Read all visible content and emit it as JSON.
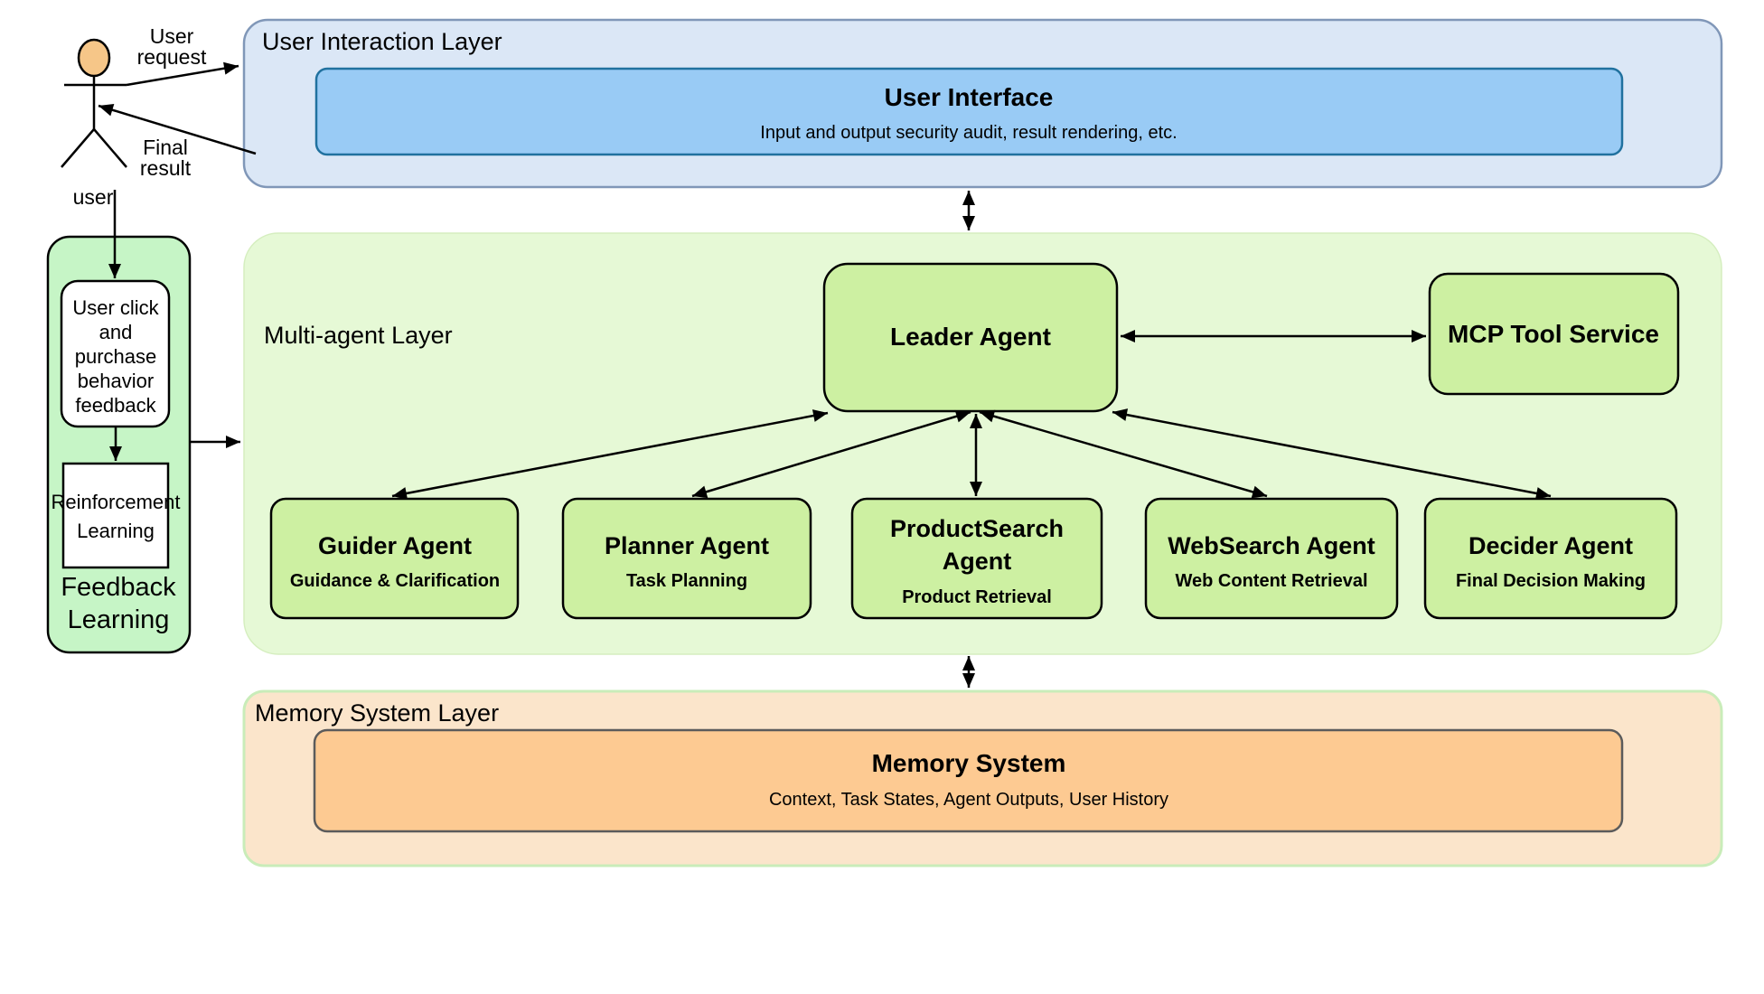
{
  "actor": {
    "request_label_lines": [
      "User",
      "request"
    ],
    "result_label_lines": [
      "Final",
      "result"
    ],
    "user_label": "user"
  },
  "layers": {
    "interaction": {
      "title": "User Interaction Layer",
      "ui_box": {
        "title": "User Interface",
        "subtitle": "Input and output security audit, result rendering, etc."
      }
    },
    "multi_agent": {
      "title": "Multi-agent Layer",
      "leader": {
        "title": "Leader Agent"
      },
      "mcp": {
        "title": "MCP Tool Service"
      },
      "agents": [
        {
          "title": "Guider Agent",
          "subtitle": "Guidance & Clarification"
        },
        {
          "title": "Planner Agent",
          "subtitle": "Task Planning"
        },
        {
          "title_lines": [
            "ProductSearch",
            "Agent"
          ],
          "subtitle": "Product Retrieval"
        },
        {
          "title": "WebSearch Agent",
          "subtitle": "Web Content Retrieval"
        },
        {
          "title": "Decider Agent",
          "subtitle": "Final Decision Making"
        }
      ]
    },
    "memory": {
      "title": "Memory System Layer",
      "memory_box": {
        "title": "Memory System",
        "subtitle": "Context, Task States, Agent Outputs, User History"
      }
    }
  },
  "feedback": {
    "label_lines": [
      "Feedback",
      "Learning"
    ],
    "behavior_box_lines": [
      "User click",
      "and",
      "purchase",
      "behavior",
      "feedback"
    ],
    "rl_box_lines": [
      "Reinforcement",
      "Learning"
    ]
  },
  "colors": {
    "interaction_layer_fill": "#dbe7f6",
    "interaction_layer_stroke": "#8097b8",
    "ui_box_fill": "#99cbf5",
    "ui_box_stroke": "#20719f",
    "multi_agent_layer_fill": "#e6f9d6",
    "agent_node_fill": "#cdf0a2",
    "memory_layer_fill": "#fbe5cb",
    "memory_layer_stroke": "#c9ecb9",
    "memory_box_fill": "#fdca92",
    "memory_box_stroke": "#5b5b5b",
    "feedback_fill": "#c6f5c6",
    "actor_head_fill": "#f6c688",
    "line_color": "#000000"
  }
}
